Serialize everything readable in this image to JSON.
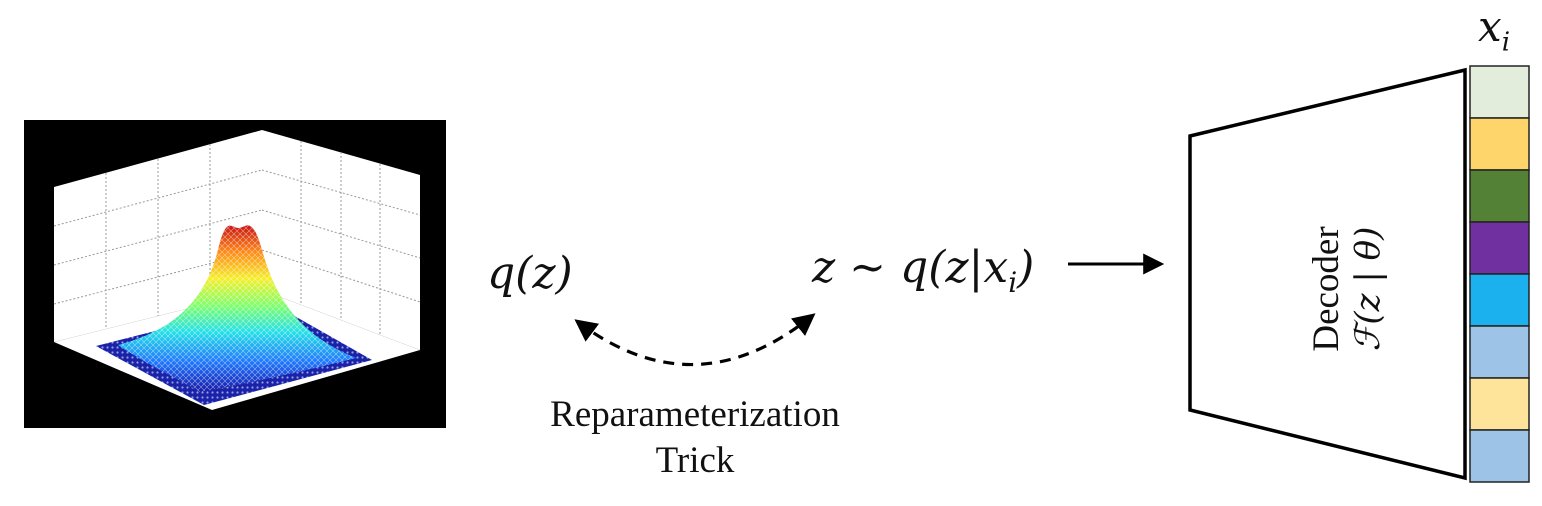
{
  "gaussian_plot": {
    "frame_color": "#000000",
    "surface_colormap": [
      "#1a1aa8",
      "#1f77ff",
      "#25e0e8",
      "#7fff6a",
      "#f5ee2a",
      "#ff8a1a",
      "#c81414"
    ],
    "floor_contour_color": "#1a22a8"
  },
  "labels": {
    "q_z": "q(z)",
    "z_sample_prefix": "z ~ q(z|x",
    "z_sample_sub": "i",
    "z_sample_suffix": ")",
    "reparam_line1": "Reparameterization",
    "reparam_line2": "Trick",
    "decoder_title": "Decoder",
    "decoder_fn_prefix": "ℱ",
    "decoder_fn_body": "(z | θ)",
    "output_x": "x",
    "output_sub": "i"
  },
  "output_vector": {
    "cells": [
      "#e2eedb",
      "#fdd56b",
      "#538135",
      "#7030a0",
      "#1bb1ee",
      "#9dc3e6",
      "#fee49a",
      "#9dc3e6"
    ]
  },
  "colors": {
    "line": "#000000",
    "text": "#111111"
  }
}
